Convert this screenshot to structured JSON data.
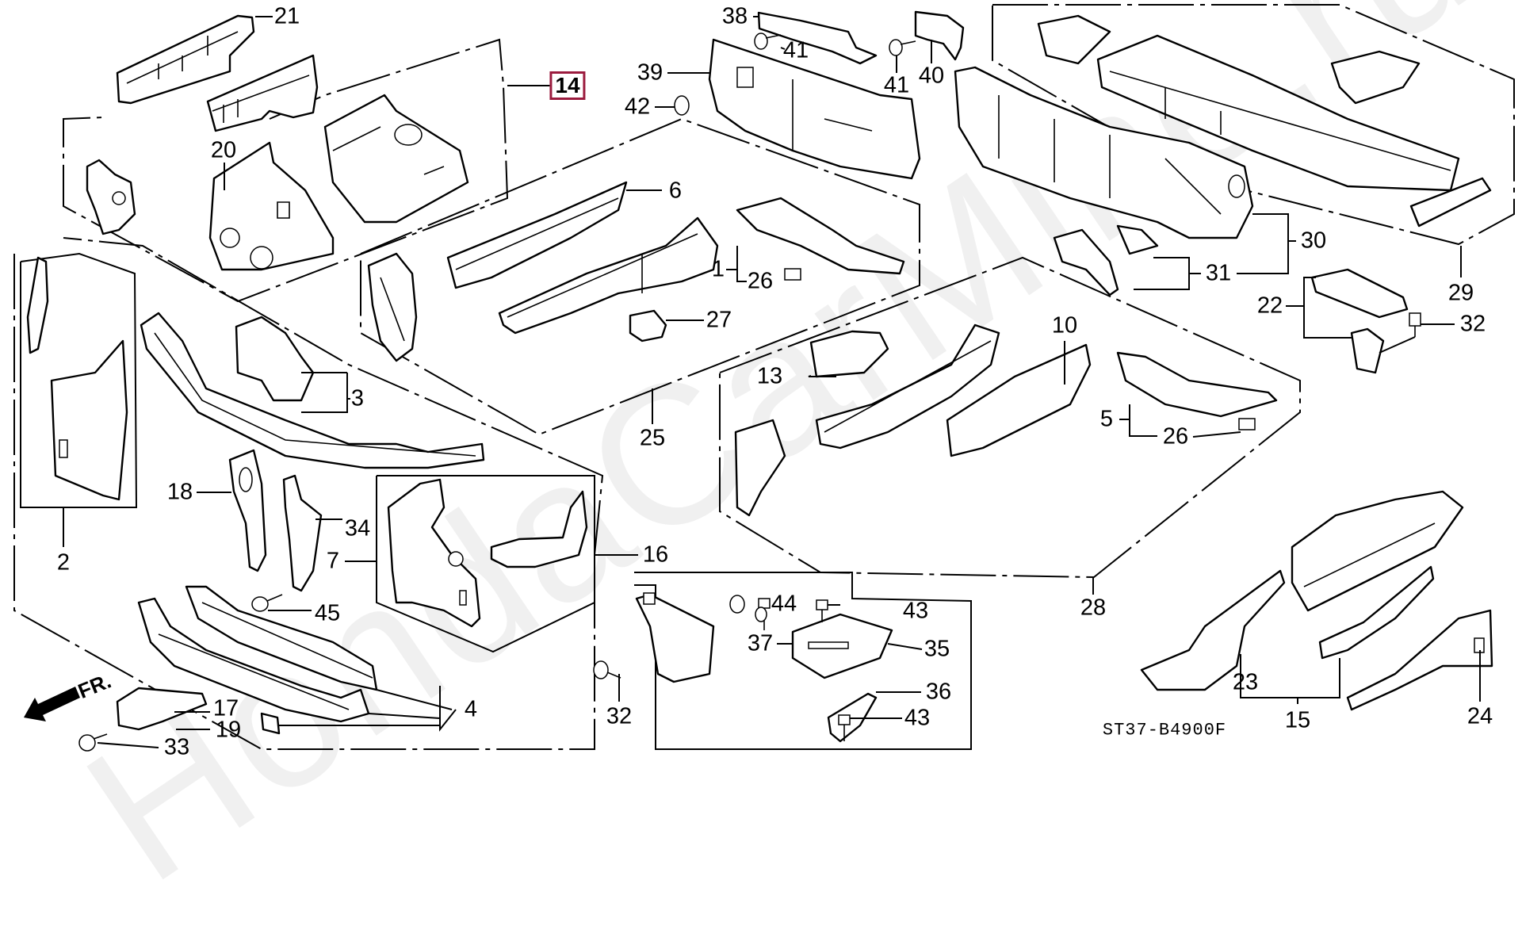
{
  "diagram": {
    "title_code": "ST37-B4900F",
    "watermark": "HondaCarMine.ru",
    "direction_indicator": "FR.",
    "highlight_color": "#9b1b3e",
    "highlighted_part": "14",
    "callouts": [
      {
        "id": "c21",
        "label": "21"
      },
      {
        "id": "c14",
        "label": "14",
        "highlighted": true
      },
      {
        "id": "c20",
        "label": "20"
      },
      {
        "id": "c38",
        "label": "38"
      },
      {
        "id": "c41a",
        "label": "41"
      },
      {
        "id": "c39",
        "label": "39"
      },
      {
        "id": "c42",
        "label": "42"
      },
      {
        "id": "c41b",
        "label": "41"
      },
      {
        "id": "c40",
        "label": "40"
      },
      {
        "id": "c6",
        "label": "6"
      },
      {
        "id": "c1",
        "label": "1"
      },
      {
        "id": "c26a",
        "label": "26"
      },
      {
        "id": "c27",
        "label": "27"
      },
      {
        "id": "c25",
        "label": "25"
      },
      {
        "id": "c3",
        "label": "3"
      },
      {
        "id": "c2",
        "label": "2"
      },
      {
        "id": "c18",
        "label": "18"
      },
      {
        "id": "c34",
        "label": "34"
      },
      {
        "id": "c7",
        "label": "7"
      },
      {
        "id": "c16",
        "label": "16"
      },
      {
        "id": "c45",
        "label": "45"
      },
      {
        "id": "c4",
        "label": "4"
      },
      {
        "id": "c17",
        "label": "17"
      },
      {
        "id": "c19",
        "label": "19"
      },
      {
        "id": "c33",
        "label": "33"
      },
      {
        "id": "c32a",
        "label": "32"
      },
      {
        "id": "c44",
        "label": "44"
      },
      {
        "id": "c43a",
        "label": "43"
      },
      {
        "id": "c37",
        "label": "37"
      },
      {
        "id": "c35",
        "label": "35"
      },
      {
        "id": "c36",
        "label": "36"
      },
      {
        "id": "c43b",
        "label": "43"
      },
      {
        "id": "c13",
        "label": "13"
      },
      {
        "id": "c10",
        "label": "10"
      },
      {
        "id": "c5",
        "label": "5"
      },
      {
        "id": "c26b",
        "label": "26"
      },
      {
        "id": "c28",
        "label": "28"
      },
      {
        "id": "c30",
        "label": "30"
      },
      {
        "id": "c31",
        "label": "31"
      },
      {
        "id": "c29",
        "label": "29"
      },
      {
        "id": "c22",
        "label": "22"
      },
      {
        "id": "c32b",
        "label": "32"
      },
      {
        "id": "c23",
        "label": "23"
      },
      {
        "id": "c15",
        "label": "15"
      },
      {
        "id": "c24",
        "label": "24"
      }
    ]
  }
}
